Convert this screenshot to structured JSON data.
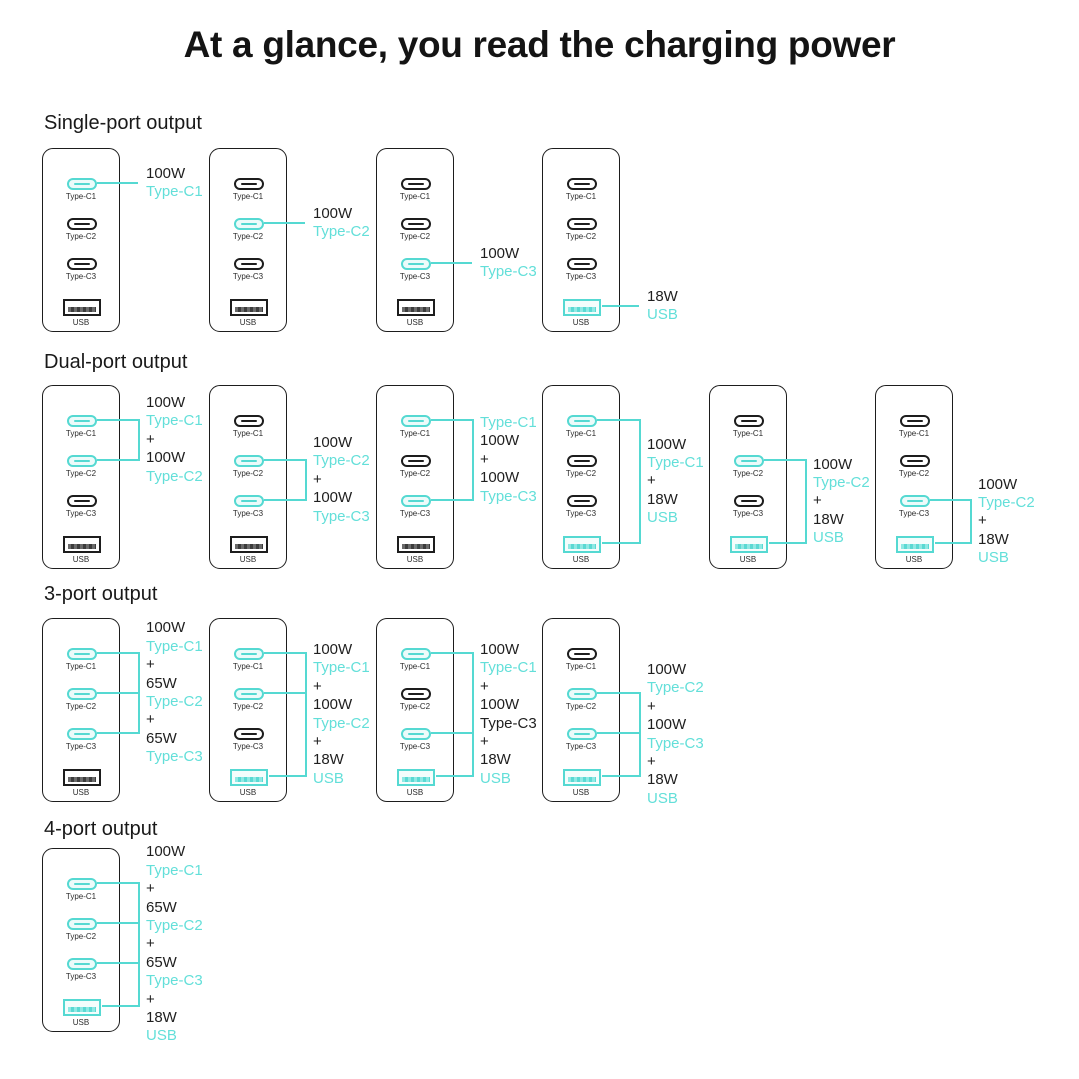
{
  "title": "At a glance, you read the charging power",
  "colors": {
    "accent": "#55D9D2",
    "accent_text": "#63DFD9",
    "ink": "#1D1D1D"
  },
  "port_names": {
    "c1": "Type-C1",
    "c2": "Type-C2",
    "c3": "Type-C3",
    "usb": "USB"
  },
  "sections": [
    {
      "heading": "Single-port output",
      "chargers": [
        {
          "active": [
            "c1"
          ],
          "label": [
            {
              "t": "100W",
              "c": "k"
            },
            {
              "t": "Type-C1",
              "c": "a"
            }
          ]
        },
        {
          "active": [
            "c2"
          ],
          "label": [
            {
              "t": "100W",
              "c": "k"
            },
            {
              "t": "Type-C2",
              "c": "a"
            }
          ]
        },
        {
          "active": [
            "c3"
          ],
          "label": [
            {
              "t": "100W",
              "c": "k"
            },
            {
              "t": "Type-C3",
              "c": "a"
            }
          ]
        },
        {
          "active": [
            "usb"
          ],
          "label": [
            {
              "t": "18W",
              "c": "k"
            },
            {
              "t": "USB",
              "c": "a"
            }
          ]
        }
      ]
    },
    {
      "heading": "Dual-port output",
      "chargers": [
        {
          "active": [
            "c1",
            "c2"
          ],
          "label": [
            {
              "t": "100W",
              "c": "k"
            },
            {
              "t": "Type-C1",
              "c": "a"
            },
            {
              "t": "+",
              "c": "k"
            },
            {
              "t": "100W",
              "c": "k"
            },
            {
              "t": "Type-C2",
              "c": "a"
            }
          ]
        },
        {
          "active": [
            "c2",
            "c3"
          ],
          "label": [
            {
              "t": "100W",
              "c": "k"
            },
            {
              "t": "Type-C2",
              "c": "a"
            },
            {
              "t": "+",
              "c": "k"
            },
            {
              "t": "100W",
              "c": "k"
            },
            {
              "t": "Type-C3",
              "c": "a"
            }
          ]
        },
        {
          "active": [
            "c1",
            "c3"
          ],
          "label": [
            {
              "t": "Type-C1",
              "c": "a"
            },
            {
              "t": "100W",
              "c": "k"
            },
            {
              "t": "+",
              "c": "k"
            },
            {
              "t": "100W",
              "c": "k"
            },
            {
              "t": "Type-C3",
              "c": "a"
            }
          ]
        },
        {
          "active": [
            "c1",
            "usb"
          ],
          "label": [
            {
              "t": "100W",
              "c": "k"
            },
            {
              "t": "Type-C1",
              "c": "a"
            },
            {
              "t": "+",
              "c": "k"
            },
            {
              "t": "18W",
              "c": "k"
            },
            {
              "t": "USB",
              "c": "a"
            }
          ]
        },
        {
          "active": [
            "c2",
            "usb"
          ],
          "label": [
            {
              "t": "100W",
              "c": "k"
            },
            {
              "t": "Type-C2",
              "c": "a"
            },
            {
              "t": "+",
              "c": "k"
            },
            {
              "t": "18W",
              "c": "k"
            },
            {
              "t": "USB",
              "c": "a"
            }
          ]
        },
        {
          "active": [
            "c3",
            "usb"
          ],
          "label": [
            {
              "t": "100W",
              "c": "k"
            },
            {
              "t": "Type-C2",
              "c": "a"
            },
            {
              "t": "+",
              "c": "k"
            },
            {
              "t": "18W",
              "c": "k"
            },
            {
              "t": "USB",
              "c": "a"
            }
          ]
        }
      ]
    },
    {
      "heading": "3-port output",
      "chargers": [
        {
          "active": [
            "c1",
            "c2",
            "c3"
          ],
          "label": [
            {
              "t": "100W",
              "c": "k"
            },
            {
              "t": "Type-C1",
              "c": "a"
            },
            {
              "t": "+",
              "c": "k"
            },
            {
              "t": "65W",
              "c": "k"
            },
            {
              "t": "Type-C2",
              "c": "a"
            },
            {
              "t": "+",
              "c": "k"
            },
            {
              "t": "65W",
              "c": "k"
            },
            {
              "t": "Type-C3",
              "c": "a"
            }
          ]
        },
        {
          "active": [
            "c1",
            "c2",
            "usb"
          ],
          "label": [
            {
              "t": "100W",
              "c": "k"
            },
            {
              "t": "Type-C1",
              "c": "a"
            },
            {
              "t": "+",
              "c": "k"
            },
            {
              "t": "100W",
              "c": "k"
            },
            {
              "t": "Type-C2",
              "c": "a"
            },
            {
              "t": "+",
              "c": "k"
            },
            {
              "t": "18W",
              "c": "k"
            },
            {
              "t": "USB",
              "c": "a"
            }
          ]
        },
        {
          "active": [
            "c1",
            "c3",
            "usb"
          ],
          "label": [
            {
              "t": "100W",
              "c": "k"
            },
            {
              "t": "Type-C1",
              "c": "a"
            },
            {
              "t": "+",
              "c": "k"
            },
            {
              "t": "100W",
              "c": "k"
            },
            {
              "t": "Type-C3",
              "c": "k"
            },
            {
              "t": "+",
              "c": "k"
            },
            {
              "t": "18W",
              "c": "k"
            },
            {
              "t": "USB",
              "c": "a"
            }
          ]
        },
        {
          "active": [
            "c2",
            "c3",
            "usb"
          ],
          "label": [
            {
              "t": "100W",
              "c": "k"
            },
            {
              "t": "Type-C2",
              "c": "a"
            },
            {
              "t": "+",
              "c": "k"
            },
            {
              "t": "100W",
              "c": "k"
            },
            {
              "t": "Type-C3",
              "c": "a"
            },
            {
              "t": "+",
              "c": "k"
            },
            {
              "t": "18W",
              "c": "k"
            },
            {
              "t": "USB",
              "c": "a"
            }
          ]
        }
      ]
    },
    {
      "heading": "4-port output",
      "chargers": [
        {
          "active": [
            "c1",
            "c2",
            "c3",
            "usb"
          ],
          "label": [
            {
              "t": "100W",
              "c": "k"
            },
            {
              "t": "Type-C1",
              "c": "a"
            },
            {
              "t": "+",
              "c": "k"
            },
            {
              "t": "65W",
              "c": "k"
            },
            {
              "t": "Type-C2",
              "c": "a"
            },
            {
              "t": "+",
              "c": "k"
            },
            {
              "t": "65W",
              "c": "k"
            },
            {
              "t": "Type-C3",
              "c": "a"
            },
            {
              "t": "+",
              "c": "k"
            },
            {
              "t": "18W",
              "c": "k"
            },
            {
              "t": "USB",
              "c": "a"
            }
          ]
        }
      ]
    }
  ]
}
